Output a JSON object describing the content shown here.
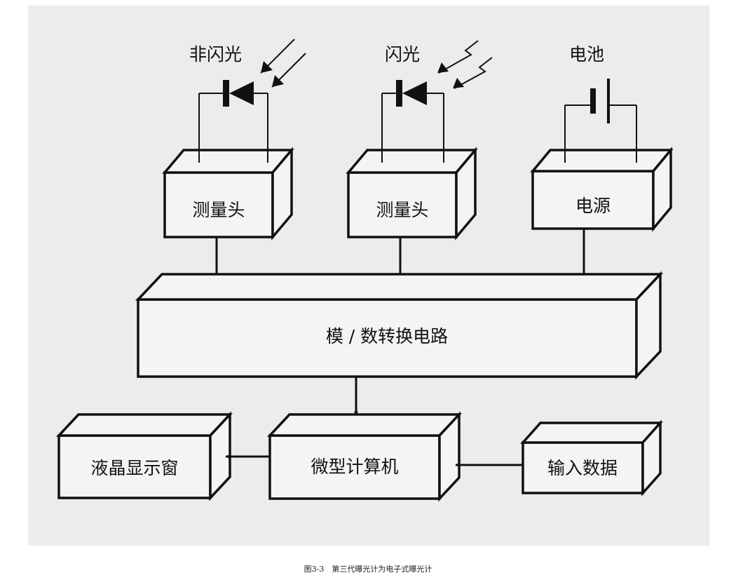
{
  "diagram": {
    "labels": {
      "non_flash": "非闪光",
      "flash": "闪光",
      "battery": "电池",
      "head1": "测量头",
      "head2": "测量头",
      "power": "电源",
      "adc": "模 / 数转换电路",
      "lcd": "液晶显示窗",
      "mcu": "微型计算机",
      "input": "输入数据"
    },
    "caption": "图3-3　第三代曝光计为电子式曝光计",
    "colors": {
      "panel_bg": "#ececec",
      "box_face": "#f4f4f4",
      "line": "#111111"
    }
  }
}
